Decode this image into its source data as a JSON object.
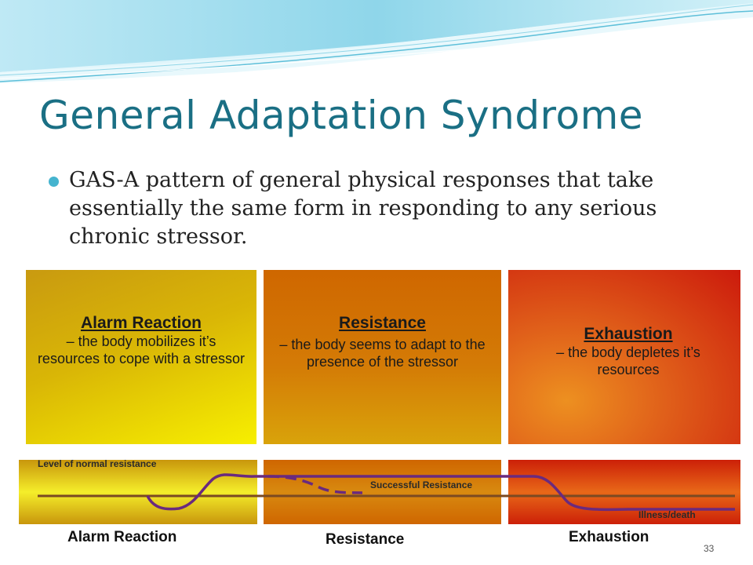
{
  "slide": {
    "title": "General Adaptation Syndrome",
    "bullet": "GAS-A pattern of general physical responses that take essentially the same form in responding to any serious chronic stressor.",
    "page_number": "33"
  },
  "panels": [
    {
      "heading": "Alarm Reaction",
      "description": "– the body mobilizes it’s resources to cope with a stressor"
    },
    {
      "heading": "Resistance",
      "description": "– the body seems to adapt to the presence of the stressor"
    },
    {
      "heading": "Exhaustion",
      "description": "– the body depletes it’s resources"
    }
  ],
  "diagram": {
    "level_label": "Level of normal resistance",
    "successful_label": "Successful Resistance",
    "illness_label": "Illness/death",
    "stage_labels": [
      "Alarm Reaction",
      "Resistance",
      "Exhaustion"
    ]
  },
  "colors": {
    "title": "#1a6f84",
    "bullet": "#45b4cf",
    "curve": "#6a2a7e",
    "baseline": "#7b4a22"
  }
}
